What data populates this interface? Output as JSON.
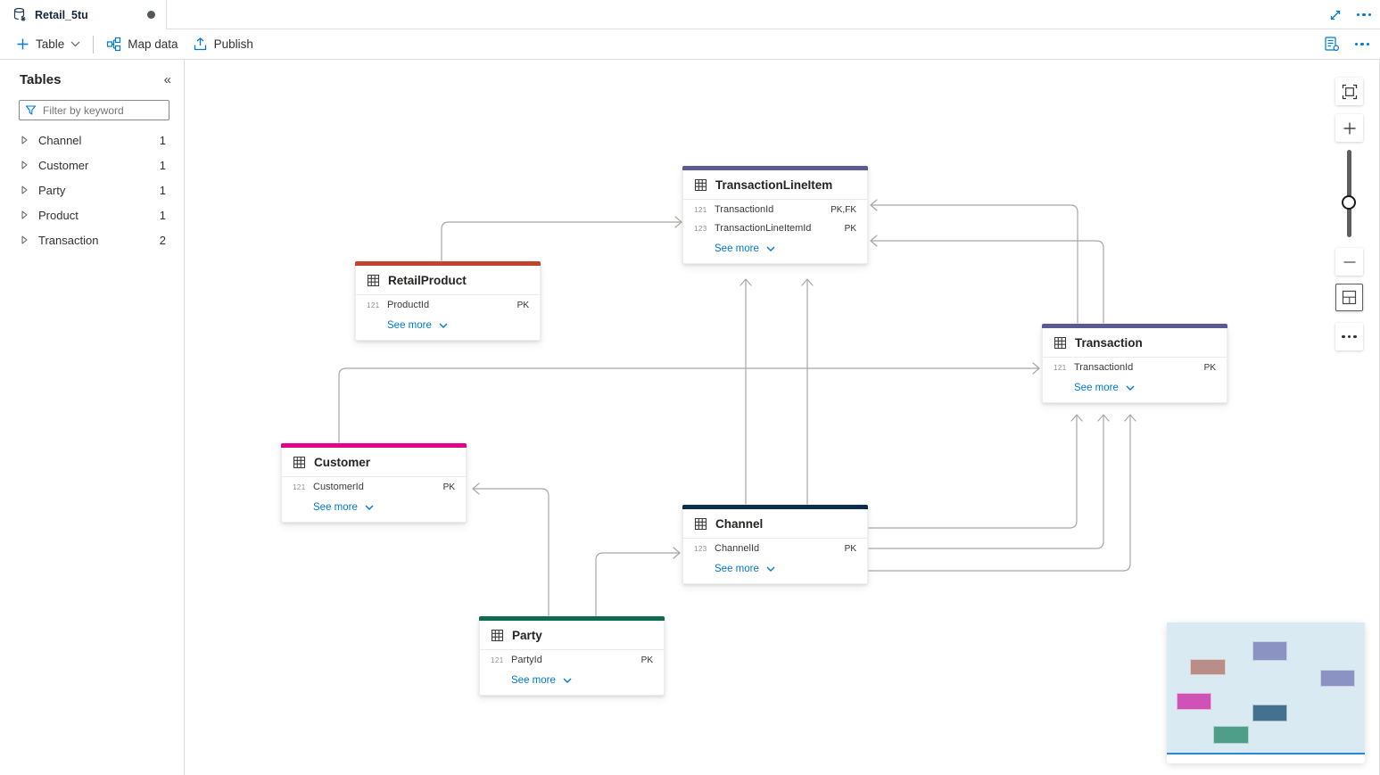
{
  "tab": {
    "title": "Retail_5tu"
  },
  "toolbar": {
    "new_table": "Table",
    "map_data": "Map data",
    "publish": "Publish"
  },
  "sidebar": {
    "title": "Tables",
    "collapse_icon": "«",
    "filter_placeholder": "Filter by keyword",
    "items": [
      {
        "name": "Channel",
        "count": "1"
      },
      {
        "name": "Customer",
        "count": "1"
      },
      {
        "name": "Party",
        "count": "1"
      },
      {
        "name": "Product",
        "count": "1"
      },
      {
        "name": "Transaction",
        "count": "2"
      }
    ]
  },
  "labels": {
    "see_more": "See more"
  },
  "colors": {
    "accent_blue": "#0078d4",
    "connector": "#a9a7a5",
    "minimap_viewport_bg": "#daeaf2",
    "minimap_viewport_line": "#2b88d8"
  },
  "entities": [
    {
      "title": "TransactionLineItem",
      "accent": "#5b5a92",
      "fields": [
        {
          "icon": "121",
          "name": "TransactionId",
          "key": "PK,FK"
        },
        {
          "icon": "123",
          "name": "TransactionLineItemId",
          "key": "PK"
        }
      ]
    },
    {
      "title": "RetailProduct",
      "accent": "#c1442e",
      "fields": [
        {
          "icon": "121",
          "name": "ProductId",
          "key": "PK"
        }
      ]
    },
    {
      "title": "Transaction",
      "accent": "#5b5a92",
      "fields": [
        {
          "icon": "121",
          "name": "TransactionId",
          "key": "PK"
        }
      ]
    },
    {
      "title": "Customer",
      "accent": "#e3008c",
      "fields": [
        {
          "icon": "121",
          "name": "CustomerId",
          "key": "PK"
        }
      ]
    },
    {
      "title": "Channel",
      "accent": "#0c2d4d",
      "fields": [
        {
          "icon": "123",
          "name": "ChannelId",
          "key": "PK"
        }
      ]
    },
    {
      "title": "Party",
      "accent": "#0e6b51",
      "fields": [
        {
          "icon": "121",
          "name": "PartyId",
          "key": "PK"
        }
      ]
    }
  ],
  "relationships": [
    {
      "from": "RetailProduct",
      "to": "TransactionLineItem"
    },
    {
      "from": "Transaction",
      "to": "TransactionLineItem"
    },
    {
      "from": "Transaction",
      "to": "TransactionLineItem"
    },
    {
      "from": "Channel",
      "to": "TransactionLineItem"
    },
    {
      "from": "Channel",
      "to": "TransactionLineItem"
    },
    {
      "from": "Customer",
      "to": "Transaction"
    },
    {
      "from": "Channel",
      "to": "Transaction"
    },
    {
      "from": "Channel",
      "to": "Transaction"
    },
    {
      "from": "Channel",
      "to": "Transaction"
    },
    {
      "from": "Party",
      "to": "Customer"
    },
    {
      "from": "Party",
      "to": "Channel"
    }
  ],
  "minimap": {
    "blocks": [
      {
        "entity": "RetailProduct",
        "color": "#ba8e88"
      },
      {
        "entity": "TransactionLineItem",
        "color": "#8b93c3"
      },
      {
        "entity": "Transaction",
        "color": "#8b93c3"
      },
      {
        "entity": "Customer",
        "color": "#ce53b5"
      },
      {
        "entity": "Channel",
        "color": "#45708e"
      },
      {
        "entity": "Party",
        "color": "#4f9e89"
      }
    ]
  }
}
